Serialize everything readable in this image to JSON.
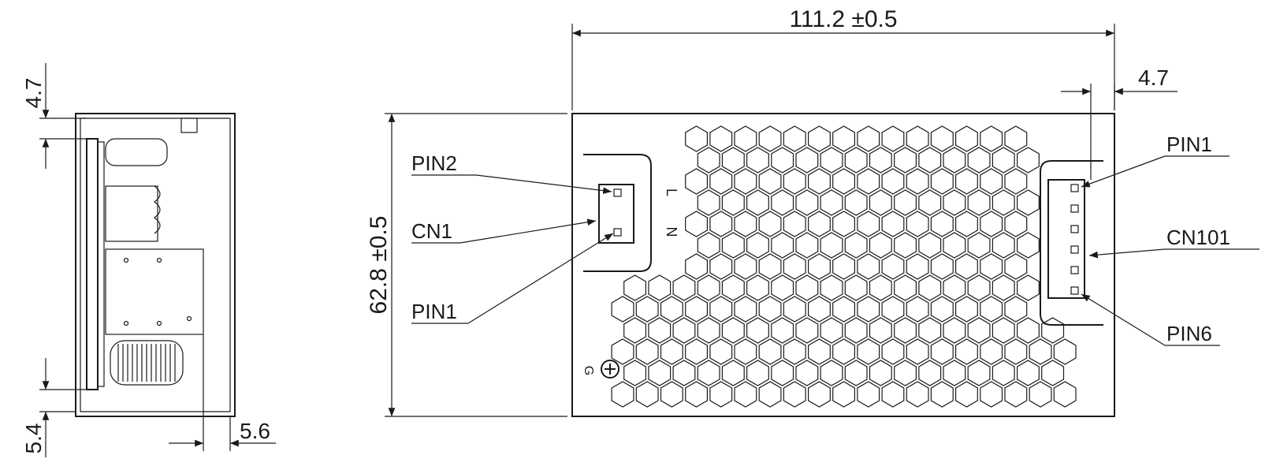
{
  "side_view": {
    "dim_top": "4.7",
    "dim_bottom": "5.4",
    "dim_right": "5.6"
  },
  "front_view": {
    "width_dim": "111.2  ±0.5",
    "height_dim": "62.8 ±0.5",
    "right_offset_dim": "4.7",
    "labels": {
      "pin2_left": "PIN2",
      "cn1": "CN1",
      "pin1_left": "PIN1",
      "pin1_right": "PIN1",
      "cn101": "CN101",
      "pin6": "PIN6"
    },
    "terminal_marks": {
      "line": "L",
      "neutral": "N",
      "ground": "G"
    }
  },
  "colors": {
    "line": "#1a1a1a",
    "background": "#ffffff"
  }
}
